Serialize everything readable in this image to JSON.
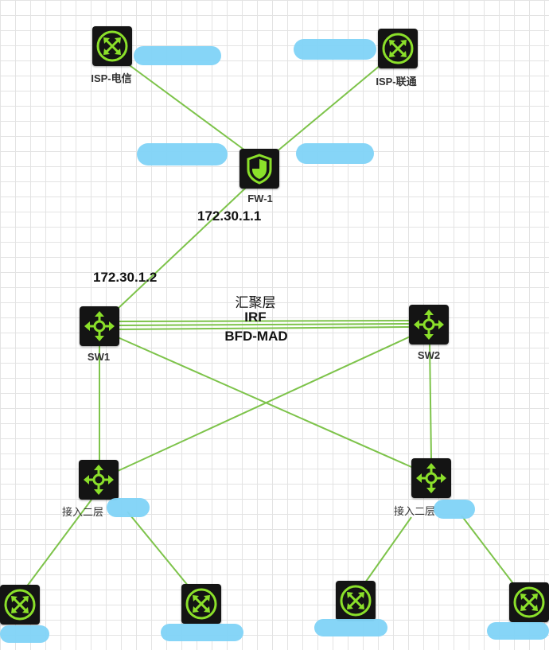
{
  "labels": {
    "isp_telecom": "ISP-电信",
    "isp_unicom": "ISP-联通",
    "fw": "FW-1",
    "sw1": "SW1",
    "sw2": "SW2",
    "access_left": "接入二层",
    "access_right": "接入二层"
  },
  "ips": {
    "fw_inside": "172.30.1.1",
    "sw1_uplink": "172.30.1.2"
  },
  "aggregation": {
    "layer": "汇聚层",
    "irf": "IRF",
    "mad": "BFD-MAD"
  },
  "colors": {
    "link": "#7dc34a",
    "device_bg": "#141414",
    "device_green": "#8be02a",
    "redaction": "#7fd3f7"
  },
  "icons": {
    "isp": "router-icon",
    "fw": "firewall-shield-icon",
    "switch": "l3-switch-icon",
    "leaf": "router-icon"
  }
}
